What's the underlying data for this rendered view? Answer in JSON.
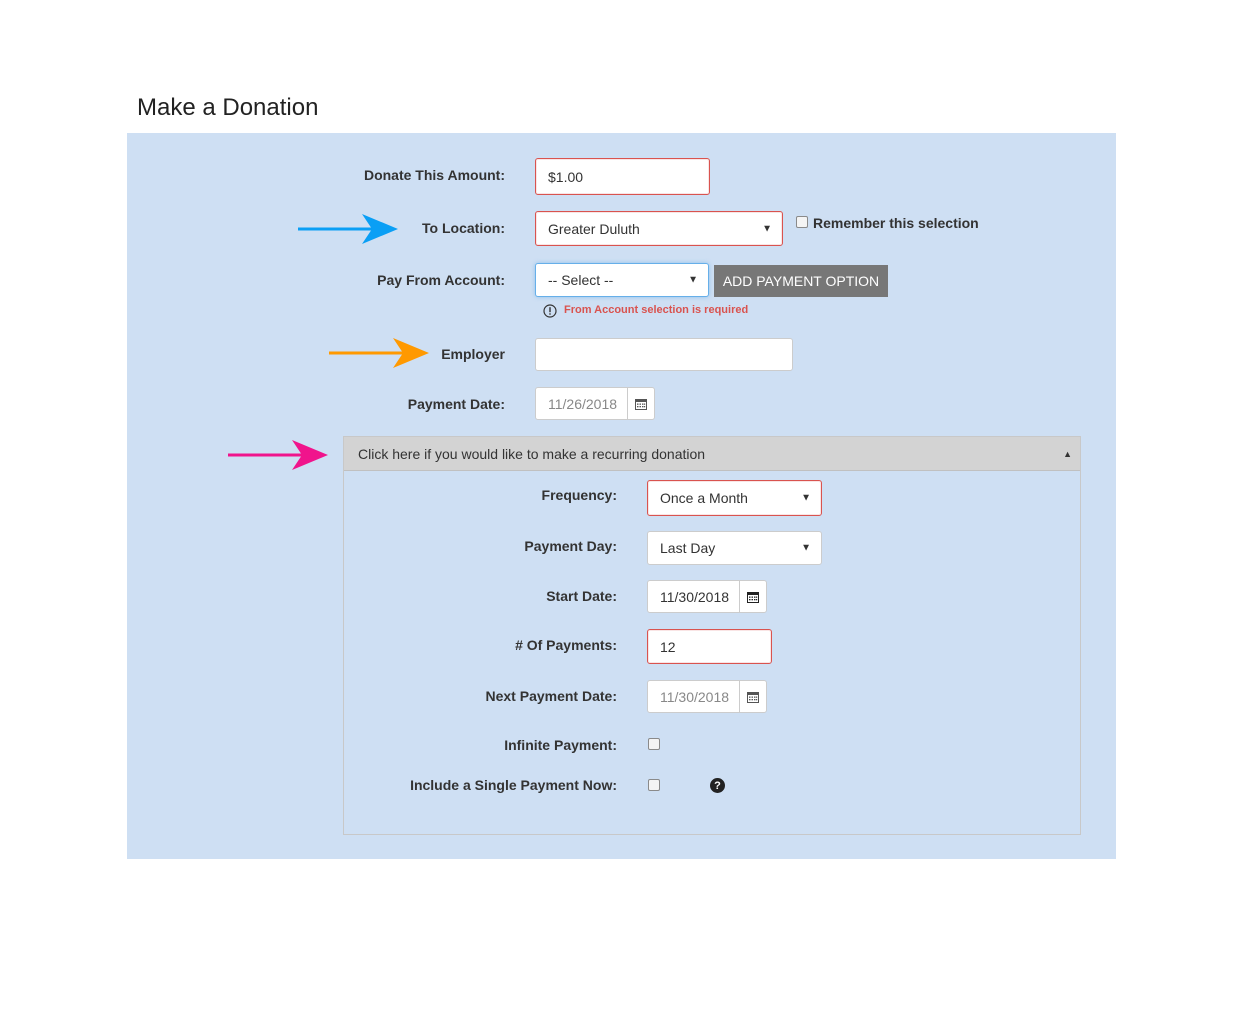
{
  "page": {
    "title": "Make a Donation"
  },
  "form": {
    "amount": {
      "label": "Donate This Amount:",
      "value": "$1.00"
    },
    "location": {
      "label": "To Location:",
      "value": "Greater Duluth",
      "remember_label": "Remember this selection"
    },
    "pay_from": {
      "label": "Pay From Account:",
      "value": "-- Select --",
      "add_button": "ADD PAYMENT OPTION",
      "error": "From Account selection is required"
    },
    "employer": {
      "label": "Employer",
      "value": ""
    },
    "payment_date": {
      "label": "Payment Date:",
      "value": "11/26/2018"
    }
  },
  "recurring": {
    "header": "Click here if you would like to make a recurring donation",
    "frequency": {
      "label": "Frequency:",
      "value": "Once a Month"
    },
    "payment_day": {
      "label": "Payment Day:",
      "value": "Last Day"
    },
    "start_date": {
      "label": "Start Date:",
      "value": "11/30/2018"
    },
    "num_payments": {
      "label": "# Of Payments:",
      "value": "12"
    },
    "next_payment_date": {
      "label": "Next Payment Date:",
      "value": "11/30/2018"
    },
    "infinite_payment": {
      "label": "Infinite Payment:",
      "checked": false
    },
    "single_payment_now": {
      "label": "Include a Single Payment Now:",
      "checked": false
    }
  },
  "annotations": {
    "blue_arrow_color": "#0a9ff5",
    "orange_arrow_color": "#ff9900",
    "pink_arrow_color": "#f0148c"
  },
  "colors": {
    "panel_bg": "#cedff3",
    "error_red": "#d9534f",
    "button_gray": "#777777"
  }
}
